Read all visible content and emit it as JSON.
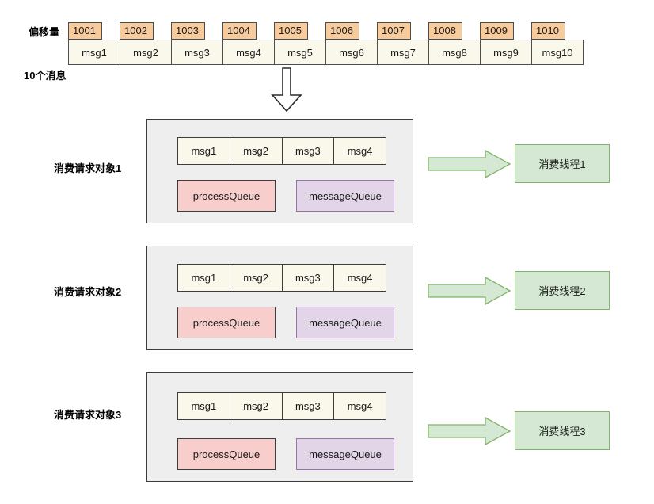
{
  "diagram": {
    "title_labels": {
      "offset_label": "偏移量",
      "count_label": "10个消息"
    },
    "topic_strip": {
      "offsets": [
        "1001",
        "1002",
        "1003",
        "1004",
        "1005",
        "1006",
        "1007",
        "1008",
        "1009",
        "1010"
      ],
      "messages": [
        "msg1",
        "msg2",
        "msg3",
        "msg4",
        "msg5",
        "msg6",
        "msg7",
        "msg8",
        "msg9",
        "msg10"
      ]
    },
    "flow_arrow_down": "down-arrow",
    "panels": [
      {
        "label": "消费请求对象1",
        "messages": [
          "msg1",
          "msg2",
          "msg3",
          "msg4"
        ],
        "process_queue": "processQueue",
        "message_queue": "messageQueue",
        "thread": "消费线程1"
      },
      {
        "label": "消费请求对象2",
        "messages": [
          "msg1",
          "msg2",
          "msg3",
          "msg4"
        ],
        "process_queue": "processQueue",
        "message_queue": "messageQueue",
        "thread": "消费线程2"
      },
      {
        "label": "消费请求对象3",
        "messages": [
          "msg1",
          "msg2",
          "msg3",
          "msg4"
        ],
        "process_queue": "processQueue",
        "message_queue": "messageQueue",
        "thread": "消费线程3"
      }
    ],
    "colors": {
      "offset_tag_fill": "#F8CB9C",
      "message_fill": "#FAF7EB",
      "panel_fill": "#EEEEEE",
      "process_queue_fill": "#F8CECC",
      "process_queue_stroke": "#B85450",
      "message_queue_fill": "#E1D5E7",
      "message_queue_stroke": "#9673A6",
      "thread_fill": "#D5E8D4",
      "thread_stroke": "#82B366",
      "stroke_dark": "#3C3C3C"
    }
  }
}
